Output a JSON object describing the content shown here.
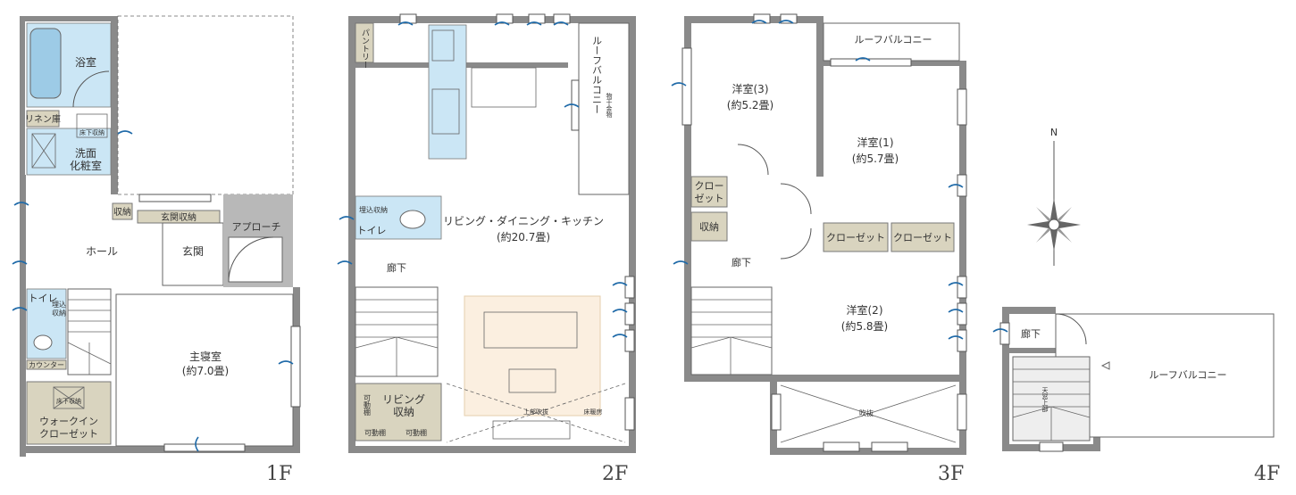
{
  "floors": [
    {
      "label": "1F",
      "rooms": {
        "bath": "浴室",
        "linen": "リネン庫",
        "underfloor": "床下収納",
        "washroom": "洗面\n化粧室",
        "storage": "収納",
        "entrance_storage": "玄関収納",
        "hall": "ホール",
        "entrance": "玄関",
        "approach": "アプローチ",
        "toilet": "トイレ",
        "builtin_storage": "埋込\n収納",
        "counter": "カウンター",
        "master_bedroom": "主寝室",
        "master_bedroom_size": "(約7.0畳)",
        "underfloor2": "床下収納",
        "walkin_closet": "ウォークイン\nクローゼット"
      }
    },
    {
      "label": "2F",
      "rooms": {
        "pantry": "パントリー",
        "roof_balcony": "ルーフバルコニー",
        "clothes_hardware": "物干金物",
        "builtin_storage": "埋込収納",
        "toilet": "トイレ",
        "ldk": "リビング・ダイニング・キッチン",
        "ldk_size": "(約20.7畳)",
        "corridor": "廊下",
        "movable_shelf": "可動棚",
        "living_storage": "リビング\n収納",
        "movable_shelf_bottom_left": "可動棚",
        "movable_shelf_bottom_right": "可動棚",
        "upper_void": "上部吹抜",
        "floor_heating": "床暖房"
      }
    },
    {
      "label": "3F",
      "rooms": {
        "western3": "洋室(3)",
        "western3_size": "(約5.2畳)",
        "roof_balcony": "ルーフバルコニー",
        "western1": "洋室(1)",
        "western1_size": "(約5.7畳)",
        "closet_left": "クロー\nゼット",
        "storage": "収納",
        "closet_a": "クローゼット",
        "closet_b": "クローゼット",
        "corridor": "廊下",
        "western2": "洋室(2)",
        "western2_size": "(約5.8畳)",
        "void": "吹抜"
      }
    },
    {
      "label": "4F",
      "rooms": {
        "corridor": "廊下",
        "roof_balcony": "ルーフバルコニー",
        "skylight": "天窓上部"
      }
    }
  ],
  "compass": {
    "north_label": "N"
  },
  "colors": {
    "wall": "#8a8a8a",
    "closet": "#d9d4bf",
    "water": "#cbe6f5",
    "living_rug": "#fbefe0",
    "airflow": "#1f6aa8",
    "light": "#c9862b"
  }
}
